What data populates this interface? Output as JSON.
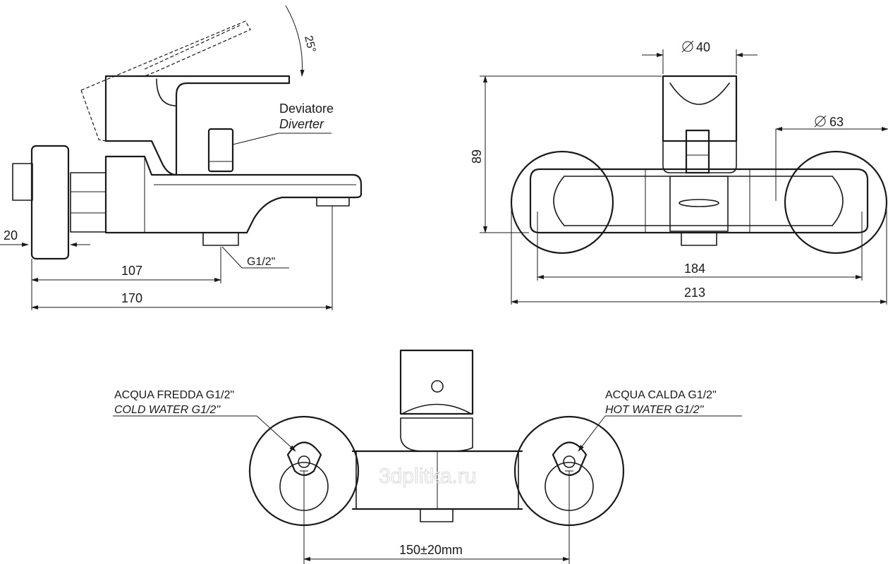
{
  "side_view": {
    "angle_label": "25°",
    "diverter_label_it": "Deviatore",
    "diverter_label_en": "Diverter",
    "dim_wall": "20",
    "dim_outlet": "107",
    "dim_total": "170",
    "thread_label": "G1/2\""
  },
  "top_view": {
    "dim_diameter_small": "40",
    "dim_diameter_large": "63",
    "dim_height": "89",
    "dim_inner": "184",
    "dim_overall": "213"
  },
  "front_view": {
    "cold_label_it": "ACQUA FREDDA G1/2\"",
    "cold_label_en": "COLD WATER G1/2\"",
    "hot_label_it": "ACQUA CALDA G1/2\"",
    "hot_label_en": "HOT WATER G1/2\"",
    "center_distance": "150±20mm"
  },
  "watermark": "3dplitka.ru"
}
